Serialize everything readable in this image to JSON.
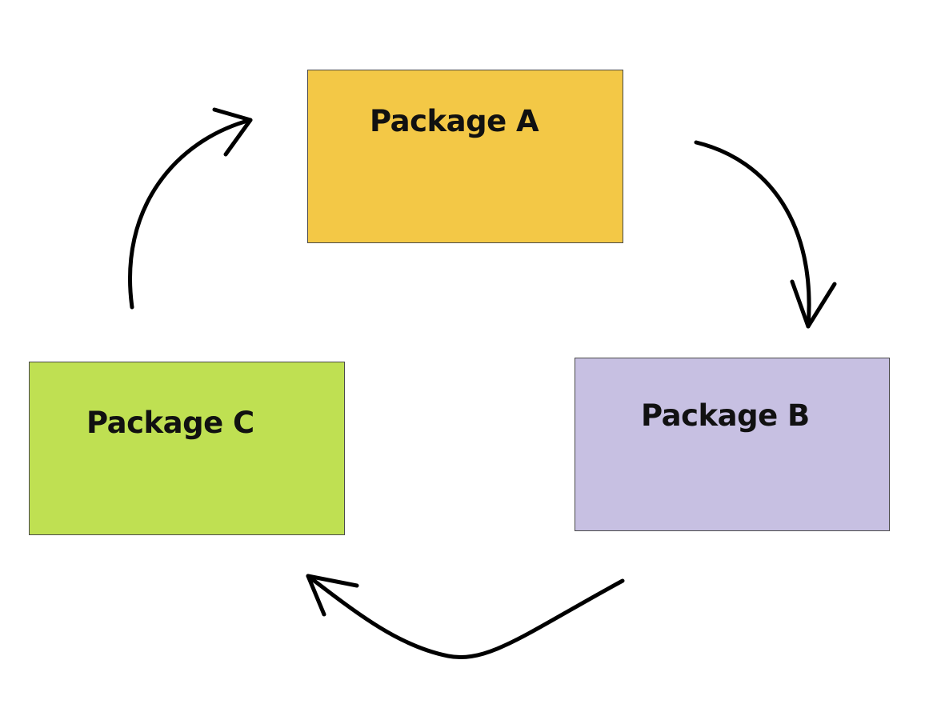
{
  "diagram": {
    "packages": [
      {
        "id": "a",
        "label": "Package A",
        "color": "#f3c846"
      },
      {
        "id": "b",
        "label": "Package B",
        "color": "#c7c0e2"
      },
      {
        "id": "c",
        "label": "Package C",
        "color": "#bfe052"
      }
    ],
    "cycle": [
      "Package A",
      "Package B",
      "Package C"
    ],
    "arrow_color": "#000000"
  }
}
